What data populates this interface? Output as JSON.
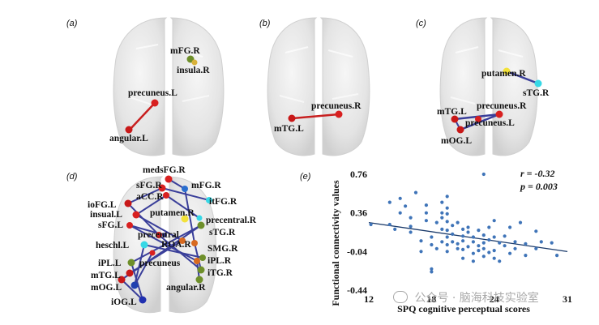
{
  "panels": {
    "a": {
      "label": "(a)",
      "regions": [
        {
          "name": "mFG.R",
          "color": "#6e8f2a"
        },
        {
          "name": "insula.R",
          "color": "#d9b23a"
        },
        {
          "name": "precuneus.L",
          "color": "#d82020"
        },
        {
          "name": "angular.L",
          "color": "#c81818"
        }
      ]
    },
    "b": {
      "label": "(b)",
      "regions": [
        {
          "name": "precuneus.R",
          "color": "#d82020"
        },
        {
          "name": "mTG.L",
          "color": "#c81818"
        }
      ]
    },
    "c": {
      "label": "(c)",
      "regions": [
        {
          "name": "putamen.R",
          "color": "#f3e23a"
        },
        {
          "name": "sTG.R",
          "color": "#36d8e6"
        },
        {
          "name": "mTG.L",
          "color": "#c81818"
        },
        {
          "name": "precuneus.R",
          "color": "#d82020"
        },
        {
          "name": "precuneus.L",
          "color": "#d82020"
        },
        {
          "name": "mOG.L",
          "color": "#c81818"
        }
      ]
    },
    "d": {
      "label": "(d)",
      "regions": [
        "medsFG.R",
        "sFG.R",
        "mFG.R",
        "ioFG.L",
        "aCC.R",
        "itFG.R",
        "insual.L",
        "putamen.R",
        "sFG.L",
        "precentral.R",
        "precentral",
        "sTG.R",
        "heschl.L",
        "ROA.R",
        "SMG.R",
        "iPL.L",
        "iPL.R",
        "precuneus",
        "mTG.L",
        "iTG.R",
        "mOG.L",
        "angular.R",
        "iOG.L"
      ]
    },
    "e": {
      "label": "(e)"
    }
  },
  "chart_data": {
    "type": "scatter",
    "xlabel": "SPQ cognitive perceptual scores",
    "ylabel": "Functional connectivity values",
    "x_ticks": [
      "12",
      "18",
      "24",
      "31"
    ],
    "y_ticks": [
      "0.76",
      "0.36",
      "-0.04",
      "-0.44"
    ],
    "xlim": [
      12,
      31
    ],
    "ylim": [
      -0.44,
      0.76
    ],
    "annotations": [
      "r = -0.32",
      "p = 0.003"
    ],
    "trendline": {
      "x": [
        12,
        31
      ],
      "y": [
        0.26,
        -0.04
      ]
    },
    "point_color": "#3f74b8",
    "points": [
      [
        12.2,
        0.24
      ],
      [
        14,
        0.24
      ],
      [
        14,
        0.47
      ],
      [
        14.5,
        0.19
      ],
      [
        15,
        0.51
      ],
      [
        15,
        0.36
      ],
      [
        15.5,
        0.43
      ],
      [
        16,
        0.31
      ],
      [
        16,
        0.22
      ],
      [
        16,
        0.16
      ],
      [
        16.5,
        0.57
      ],
      [
        17,
        0.07
      ],
      [
        17,
        -0.04
      ],
      [
        17.5,
        0.44
      ],
      [
        17.5,
        0.36
      ],
      [
        17.5,
        0.28
      ],
      [
        18,
        0.11
      ],
      [
        18,
        0.03
      ],
      [
        18,
        -0.22
      ],
      [
        18,
        -0.25
      ],
      [
        18.5,
        0.26
      ],
      [
        18.5,
        -0.01
      ],
      [
        19,
        0.47
      ],
      [
        19,
        0.36
      ],
      [
        19,
        0.31
      ],
      [
        19,
        0.19
      ],
      [
        19,
        0.06
      ],
      [
        19.5,
        0.53
      ],
      [
        19.5,
        0.41
      ],
      [
        19.5,
        0.35
      ],
      [
        19.5,
        0.27
      ],
      [
        19.5,
        0.18
      ],
      [
        19.5,
        0.11
      ],
      [
        19.5,
        0.03
      ],
      [
        19.5,
        -0.04
      ],
      [
        20,
        0.23
      ],
      [
        20,
        0.14
      ],
      [
        20,
        0.06
      ],
      [
        20.5,
        0.26
      ],
      [
        20.5,
        0.04
      ],
      [
        20.5,
        -0.01
      ],
      [
        21,
        0.19
      ],
      [
        21,
        0.12
      ],
      [
        21,
        0.07
      ],
      [
        21,
        -0.02
      ],
      [
        21,
        -0.11
      ],
      [
        21.5,
        0.21
      ],
      [
        21.5,
        0.16
      ],
      [
        21.5,
        0.01
      ],
      [
        22,
        0.11
      ],
      [
        22,
        0.06
      ],
      [
        22,
        -0.06
      ],
      [
        22,
        -0.14
      ],
      [
        22.5,
        0.18
      ],
      [
        22.5,
        0.02
      ],
      [
        22.5,
        -0.03
      ],
      [
        23,
        0.76
      ],
      [
        23,
        0.13
      ],
      [
        23,
        0.05
      ],
      [
        23,
        -0.01
      ],
      [
        23,
        -0.09
      ],
      [
        23.5,
        0.21
      ],
      [
        23.5,
        0.08
      ],
      [
        23.5,
        -0.05
      ],
      [
        24,
        0.28
      ],
      [
        24,
        0.11
      ],
      [
        24,
        -0.03
      ],
      [
        24,
        -0.11
      ],
      [
        24.5,
        0.05
      ],
      [
        24.5,
        -0.14
      ],
      [
        25,
        0.12
      ],
      [
        25,
        0.02
      ],
      [
        25.5,
        0.21
      ],
      [
        25.5,
        -0.06
      ],
      [
        26,
        0.06
      ],
      [
        26,
        -0.01
      ],
      [
        26.5,
        0.26
      ],
      [
        27,
        0.04
      ],
      [
        27,
        -0.08
      ],
      [
        28,
        0.17
      ],
      [
        28,
        -0.01
      ],
      [
        28.5,
        0.06
      ],
      [
        29.5,
        0.05
      ],
      [
        30,
        -0.08
      ]
    ]
  },
  "watermark": {
    "text": "公众号 · 脑海科技实验室"
  }
}
